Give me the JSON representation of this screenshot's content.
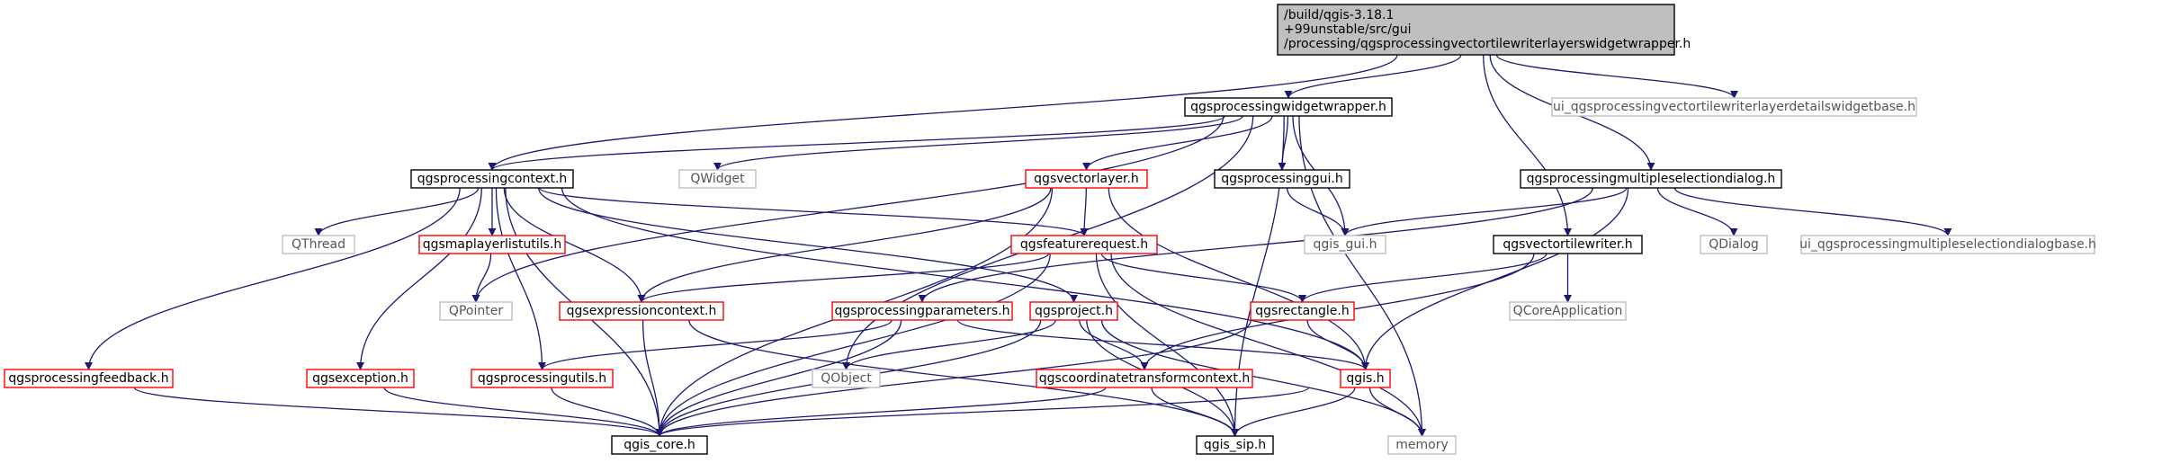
{
  "nodes": [
    {
      "id": "root",
      "lines": [
        "/build/qgis-3.18.1",
        "+99unstable/src/gui",
        "/processing/qgsprocessingvectortilewriterlayerswidgetwrapper.h"
      ],
      "border": "root",
      "interactable": true
    },
    {
      "id": "widgetwrapper",
      "lines": [
        "qgsprocessingwidgetwrapper.h"
      ],
      "border": "black",
      "interactable": true
    },
    {
      "id": "ui_detailsbase",
      "lines": [
        "ui_qgsprocessingvectortilewriterlayerdetailswidgetbase.h"
      ],
      "border": "gray",
      "interactable": false
    },
    {
      "id": "context",
      "lines": [
        "qgsprocessingcontext.h"
      ],
      "border": "black",
      "interactable": true
    },
    {
      "id": "qwidget",
      "lines": [
        "QWidget"
      ],
      "border": "gray",
      "interactable": false
    },
    {
      "id": "vectorlayer",
      "lines": [
        "qgsvectorlayer.h"
      ],
      "border": "red",
      "interactable": true
    },
    {
      "id": "processinggui",
      "lines": [
        "qgsprocessinggui.h"
      ],
      "border": "black",
      "interactable": true
    },
    {
      "id": "multiselect",
      "lines": [
        "qgsprocessingmultipleselectiondialog.h"
      ],
      "border": "black",
      "interactable": true
    },
    {
      "id": "qthread",
      "lines": [
        "QThread"
      ],
      "border": "gray",
      "interactable": false
    },
    {
      "id": "maplayerlistutils",
      "lines": [
        "qgsmaplayerlistutils.h"
      ],
      "border": "red",
      "interactable": true
    },
    {
      "id": "featurerequest",
      "lines": [
        "qgsfeaturerequest.h"
      ],
      "border": "red",
      "interactable": true
    },
    {
      "id": "qgis_gui",
      "lines": [
        "qgis_gui.h"
      ],
      "border": "gray",
      "interactable": false
    },
    {
      "id": "vectortilewriter",
      "lines": [
        "qgsvectortilewriter.h"
      ],
      "border": "black",
      "interactable": true
    },
    {
      "id": "qdialog",
      "lines": [
        "QDialog"
      ],
      "border": "gray",
      "interactable": false
    },
    {
      "id": "ui_multibase",
      "lines": [
        "ui_qgsprocessingmultipleselectiondialogbase.h"
      ],
      "border": "gray",
      "interactable": false
    },
    {
      "id": "qpointer",
      "lines": [
        "QPointer"
      ],
      "border": "gray",
      "interactable": false
    },
    {
      "id": "expressioncontext",
      "lines": [
        "qgsexpressioncontext.h"
      ],
      "border": "red",
      "interactable": true
    },
    {
      "id": "parameters",
      "lines": [
        "qgsprocessingparameters.h"
      ],
      "border": "red",
      "interactable": true
    },
    {
      "id": "project",
      "lines": [
        "qgsproject.h"
      ],
      "border": "red",
      "interactable": true
    },
    {
      "id": "rectangle",
      "lines": [
        "qgsrectangle.h"
      ],
      "border": "red",
      "interactable": true
    },
    {
      "id": "qcoreapp",
      "lines": [
        "QCoreApplication"
      ],
      "border": "gray",
      "interactable": false
    },
    {
      "id": "feedback",
      "lines": [
        "qgsprocessingfeedback.h"
      ],
      "border": "red",
      "interactable": true
    },
    {
      "id": "exception",
      "lines": [
        "qgsexception.h"
      ],
      "border": "red",
      "interactable": true
    },
    {
      "id": "processingutils",
      "lines": [
        "qgsprocessingutils.h"
      ],
      "border": "red",
      "interactable": true
    },
    {
      "id": "qobject",
      "lines": [
        "QObject"
      ],
      "border": "gray",
      "interactable": false
    },
    {
      "id": "coordctx",
      "lines": [
        "qgscoordinatetransformcontext.h"
      ],
      "border": "red",
      "interactable": true
    },
    {
      "id": "qgis_h",
      "lines": [
        "qgis.h"
      ],
      "border": "red",
      "interactable": true
    },
    {
      "id": "qgis_core",
      "lines": [
        "qgis_core.h"
      ],
      "border": "black",
      "interactable": true
    },
    {
      "id": "qgis_sip",
      "lines": [
        "qgis_sip.h"
      ],
      "border": "black",
      "interactable": true
    },
    {
      "id": "memory",
      "lines": [
        "memory"
      ],
      "border": "gray",
      "interactable": false
    }
  ],
  "edges": [
    [
      "root",
      "widgetwrapper"
    ],
    [
      "root",
      "ui_detailsbase"
    ],
    [
      "root",
      "context"
    ],
    [
      "root",
      "multiselect"
    ],
    [
      "root",
      "vectortilewriter"
    ],
    [
      "widgetwrapper",
      "context"
    ],
    [
      "widgetwrapper",
      "qwidget"
    ],
    [
      "widgetwrapper",
      "vectorlayer"
    ],
    [
      "widgetwrapper",
      "processinggui"
    ],
    [
      "widgetwrapper",
      "qgis_gui"
    ],
    [
      "widgetwrapper",
      "qpointer"
    ],
    [
      "widgetwrapper",
      "qobject"
    ],
    [
      "widgetwrapper",
      "qgis_sip"
    ],
    [
      "widgetwrapper",
      "memory"
    ],
    [
      "context",
      "qthread"
    ],
    [
      "context",
      "maplayerlistutils"
    ],
    [
      "context",
      "featurerequest"
    ],
    [
      "context",
      "expressioncontext"
    ],
    [
      "context",
      "project"
    ],
    [
      "context",
      "feedback"
    ],
    [
      "context",
      "exception"
    ],
    [
      "context",
      "processingutils"
    ],
    [
      "context",
      "qgis_h"
    ],
    [
      "context",
      "qgis_core"
    ],
    [
      "vectorlayer",
      "featurerequest"
    ],
    [
      "vectorlayer",
      "expressioncontext"
    ],
    [
      "vectorlayer",
      "qgis_h"
    ],
    [
      "vectorlayer",
      "qgis_core"
    ],
    [
      "processinggui",
      "qgis_gui"
    ],
    [
      "multiselect",
      "qgis_gui"
    ],
    [
      "multiselect",
      "qdialog"
    ],
    [
      "multiselect",
      "ui_multibase"
    ],
    [
      "multiselect",
      "parameters"
    ],
    [
      "multiselect",
      "qgis_h"
    ],
    [
      "maplayerlistutils",
      "qpointer"
    ],
    [
      "featurerequest",
      "expressioncontext"
    ],
    [
      "featurerequest",
      "rectangle"
    ],
    [
      "featurerequest",
      "qgis_core"
    ],
    [
      "featurerequest",
      "qgis_sip"
    ],
    [
      "featurerequest",
      "memory"
    ],
    [
      "vectortilewriter",
      "rectangle"
    ],
    [
      "vectortilewriter",
      "qcoreapp"
    ],
    [
      "vectortilewriter",
      "coordctx"
    ],
    [
      "expressioncontext",
      "qgis_core"
    ],
    [
      "expressioncontext",
      "qgis_sip"
    ],
    [
      "parameters",
      "processingutils"
    ],
    [
      "parameters",
      "qgis_h"
    ],
    [
      "parameters",
      "qgis_core"
    ],
    [
      "project",
      "qobject"
    ],
    [
      "project",
      "coordctx"
    ],
    [
      "project",
      "qgis_core"
    ],
    [
      "project",
      "qgis_sip"
    ],
    [
      "project",
      "memory"
    ],
    [
      "rectangle",
      "qgis_h"
    ],
    [
      "rectangle",
      "qgis_core"
    ],
    [
      "feedback",
      "qgis_core"
    ],
    [
      "exception",
      "qgis_core"
    ],
    [
      "processingutils",
      "qgis_core"
    ],
    [
      "coordctx",
      "qgis_core"
    ],
    [
      "coordctx",
      "qgis_sip"
    ],
    [
      "qgis_h",
      "qgis_core"
    ],
    [
      "qgis_h",
      "qgis_sip"
    ],
    [
      "qgis_h",
      "memory"
    ]
  ]
}
